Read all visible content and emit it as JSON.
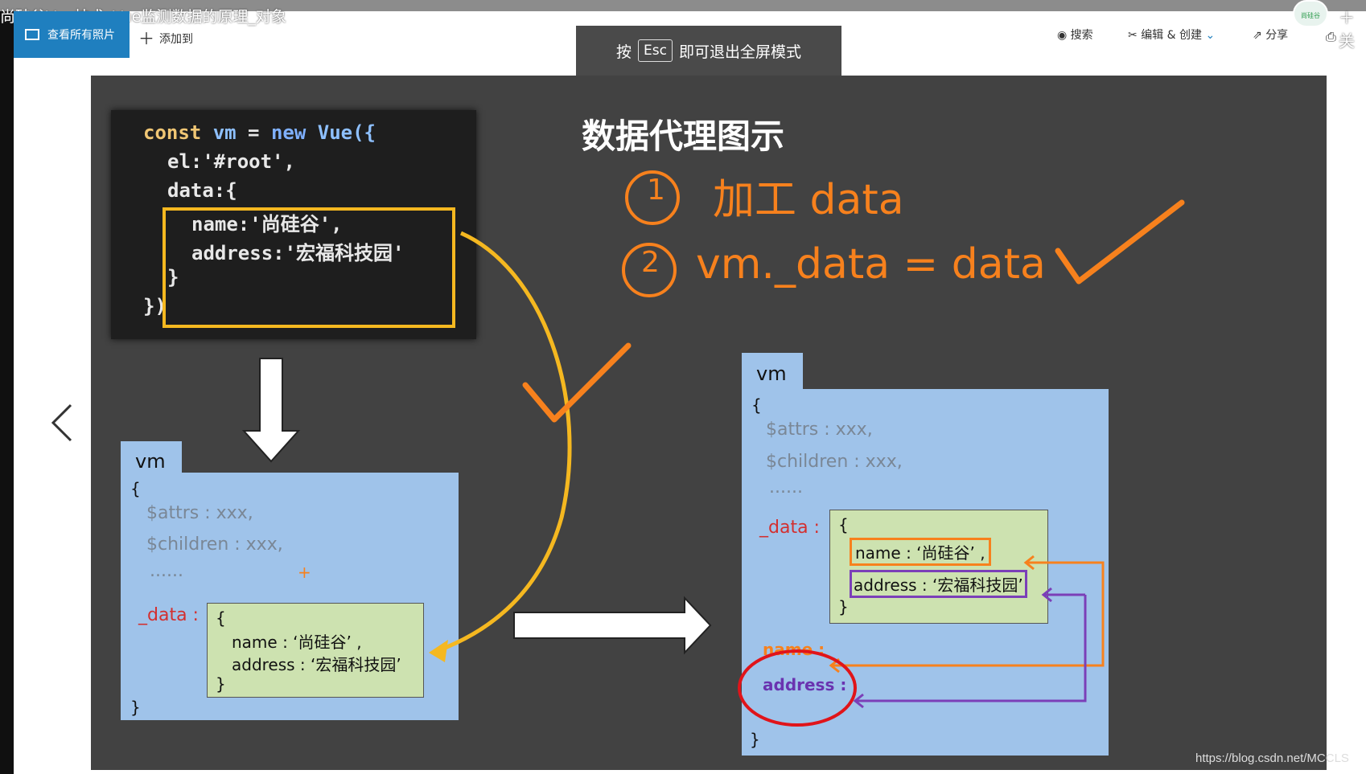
{
  "window": {
    "title": "尚硅谷Vue技术_Vue监测数据的原理_对象",
    "close": "＋ 关"
  },
  "toolbar": {
    "view_all": "查看所有照片",
    "add_to": "添加到",
    "esc_prefix": "按",
    "esc_key": "Esc",
    "esc_suffix": "即可退出全屏模式",
    "search": "搜索",
    "edit_create": "编辑 & 创建",
    "share": "分享",
    "avatar_text": "尚硅谷"
  },
  "icons": {
    "prev": "chevron-left-icon",
    "search": "search-icon",
    "edit": "edit-create-icon",
    "share": "share-icon",
    "print": "print-icon"
  },
  "slide": {
    "title": "数据代理图示",
    "code": {
      "l1a": "const",
      "l1b": " vm",
      "l1c": " =",
      "l1d": " new",
      "l1e": " Vue({",
      "l2": "el:'#root',",
      "l3": "data:{",
      "l4": "name:'尚硅谷',",
      "l5": "address:'宏福科技园'",
      "l6": "}",
      "l7": "})"
    },
    "notes": {
      "n1_num": "1",
      "n1_text": "加工 data",
      "n2_num": "2",
      "n2_text": "vm._data = data"
    },
    "left_vm": {
      "tab": "vm",
      "open": "{",
      "attrs": "$attrs : xxx,",
      "children": "$children : xxx,",
      "dots": "......",
      "plus": "+",
      "data_label": "_data :",
      "inner_open": "{",
      "name": "name : ‘尚硅谷’ ,",
      "address": "address : ‘宏福科技园’",
      "inner_close": "}",
      "close": "}"
    },
    "right_vm": {
      "tab": "vm",
      "open": "{",
      "attrs": "$attrs : xxx,",
      "children": "$children : xxx,",
      "dots": "......",
      "data_label": "_data :",
      "inner_open": "{",
      "name": "name : ‘尚硅谷’ ,",
      "address": "address : ‘宏福科技园’",
      "inner_close": "}",
      "proxy_name": "name :",
      "proxy_address": "address :",
      "close": "}"
    }
  },
  "watermark": "https://blog.csdn.net/MCCLS",
  "colors": {
    "accent": "#1f7fbf",
    "orange": "#f7811d",
    "yellow": "#f5b820",
    "purple": "#7b3fb8",
    "red": "#e0141a",
    "panel": "#9fc3ea",
    "green": "#cde2b0"
  }
}
